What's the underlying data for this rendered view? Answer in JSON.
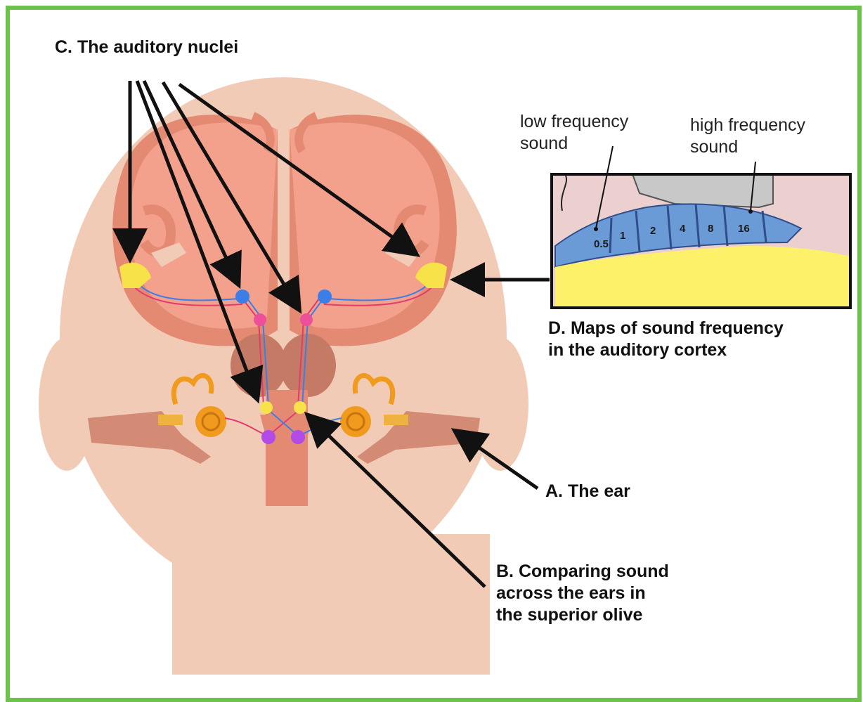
{
  "labels": {
    "nuclei": "C. The auditory nuclei",
    "cortex_line1": "D. Maps of sound frequency",
    "cortex_line2": "in the auditory cortex",
    "ear": "A. The ear",
    "olive_line1": "B. Comparing sound",
    "olive_line2": "across the ears in",
    "olive_line3": "the superior olive",
    "low_line1": "low frequency",
    "low_line2": "sound",
    "high_line1": "high frequency",
    "high_line2": "sound"
  },
  "frequency_bands": [
    "0.5",
    "1",
    "2",
    "4",
    "8",
    "16"
  ],
  "colors": {
    "frame": "#6cc24a",
    "head": "#f2cbb7",
    "brain": "#f3a08c",
    "brain_fold": "#e48a72",
    "brainstem": "#c57a66",
    "cochlea": "#f09a1e",
    "nucleus_blue": "#3b7ee8",
    "nucleus_pink": "#ee4f9a",
    "nucleus_yellow": "#f7e24a",
    "nucleus_purple": "#b14ae6",
    "cortex_map_blue": "#6b9bd6",
    "cortex_map_yellow": "#fdf16a",
    "cortex_map_pink": "#ecd0d0"
  }
}
